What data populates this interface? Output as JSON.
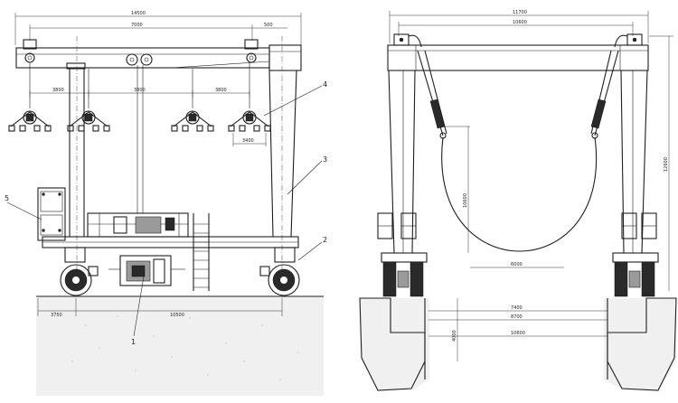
{
  "left_view": {
    "dims": {
      "overall_width": "14500",
      "hoist_spacing": "7000",
      "offset_right": "500",
      "spreader_1": "3800",
      "spreader_2": "3800",
      "spreader_3": "3800",
      "spreader_4": "3400",
      "wheel_left": "3750",
      "wheelbase": "10500"
    },
    "callouts": [
      "1",
      "2",
      "3",
      "4",
      "5"
    ]
  },
  "right_view": {
    "dims": {
      "overall_width": "11700",
      "inner_width": "10600",
      "overall_height": "12600",
      "sling_depth": "10600",
      "sling_bottom": "6000",
      "bottom_1": "7400",
      "bottom_2": "8700",
      "bottom_3": "10600",
      "pit_depth": "4000"
    }
  }
}
